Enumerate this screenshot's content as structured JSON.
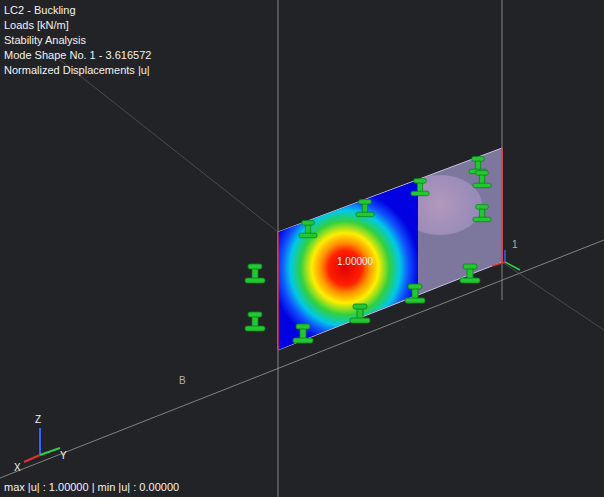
{
  "diagram": {
    "labels": [
      "LC2 - Buckling",
      "Loads [kN/m]",
      "Stability Analysis",
      "Mode Shape No. 1 - 3.616572",
      "Normalized Displacements |u|",
      "1.00000",
      "B",
      "1",
      "Z",
      "X",
      "Y",
      "max |u| : 1.00000 | min |u| : 0.00000"
    ]
  }
}
